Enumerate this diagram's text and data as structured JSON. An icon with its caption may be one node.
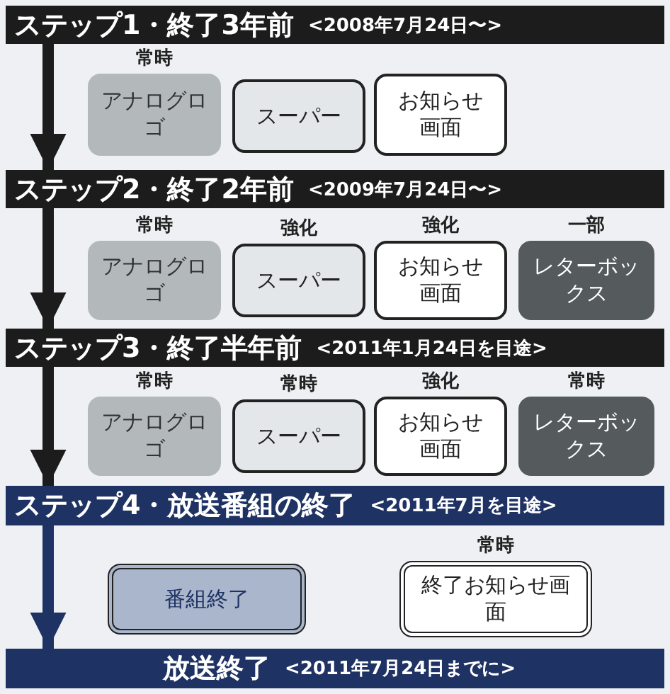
{
  "diagram": {
    "nodes": [
      {
        "text": [
          "ステップ1・終了3年前",
          "<2008年7月24日〜>"
        ]
      },
      {
        "text": [
          "アナログロゴ"
        ],
        "beside": [
          "常時"
        ]
      },
      {
        "text": [
          "スーパー"
        ]
      },
      {
        "text": [
          "お知らせ画面"
        ]
      },
      {
        "text": [
          "ステップ2・終了2年前",
          "<2009年7月24日〜>"
        ]
      },
      {
        "text": [
          "アナログロゴ"
        ],
        "beside": [
          "常時"
        ]
      },
      {
        "text": [
          "スーパー"
        ],
        "beside": [
          "強化"
        ]
      },
      {
        "text": [
          "お知らせ画面"
        ],
        "beside": [
          "強化"
        ]
      },
      {
        "text": [
          "レターボックス"
        ],
        "beside": [
          "一部"
        ]
      },
      {
        "text": [
          "ステップ3・終了半年前",
          "<2011年1月24日を目途>"
        ]
      },
      {
        "text": [
          "アナログロゴ"
        ],
        "beside": [
          "常時"
        ]
      },
      {
        "text": [
          "スーパー"
        ],
        "beside": [
          "常時"
        ]
      },
      {
        "text": [
          "お知らせ画面"
        ],
        "beside": [
          "強化"
        ]
      },
      {
        "text": [
          "レターボックス"
        ],
        "beside": [
          "常時"
        ]
      },
      {
        "text": [
          "ステップ4・放送番組の終了",
          "<2011年7月を目途>"
        ]
      },
      {
        "text": [
          "番組終了"
        ]
      },
      {
        "text": [
          "終了お知らせ画面"
        ],
        "beside": [
          "常時"
        ]
      },
      {
        "text": [
          "放送終了",
          "<2011年7月24日までに>"
        ]
      }
    ],
    "edges": [
      {
        "from": 0,
        "to": 4,
        "arrow": "to"
      },
      {
        "from": 4,
        "to": 9,
        "arrow": "to"
      },
      {
        "from": 9,
        "to": 14,
        "arrow": "to"
      },
      {
        "from": 14,
        "to": 17,
        "arrow": "to",
        "color": "#1f3264"
      }
    ]
  }
}
